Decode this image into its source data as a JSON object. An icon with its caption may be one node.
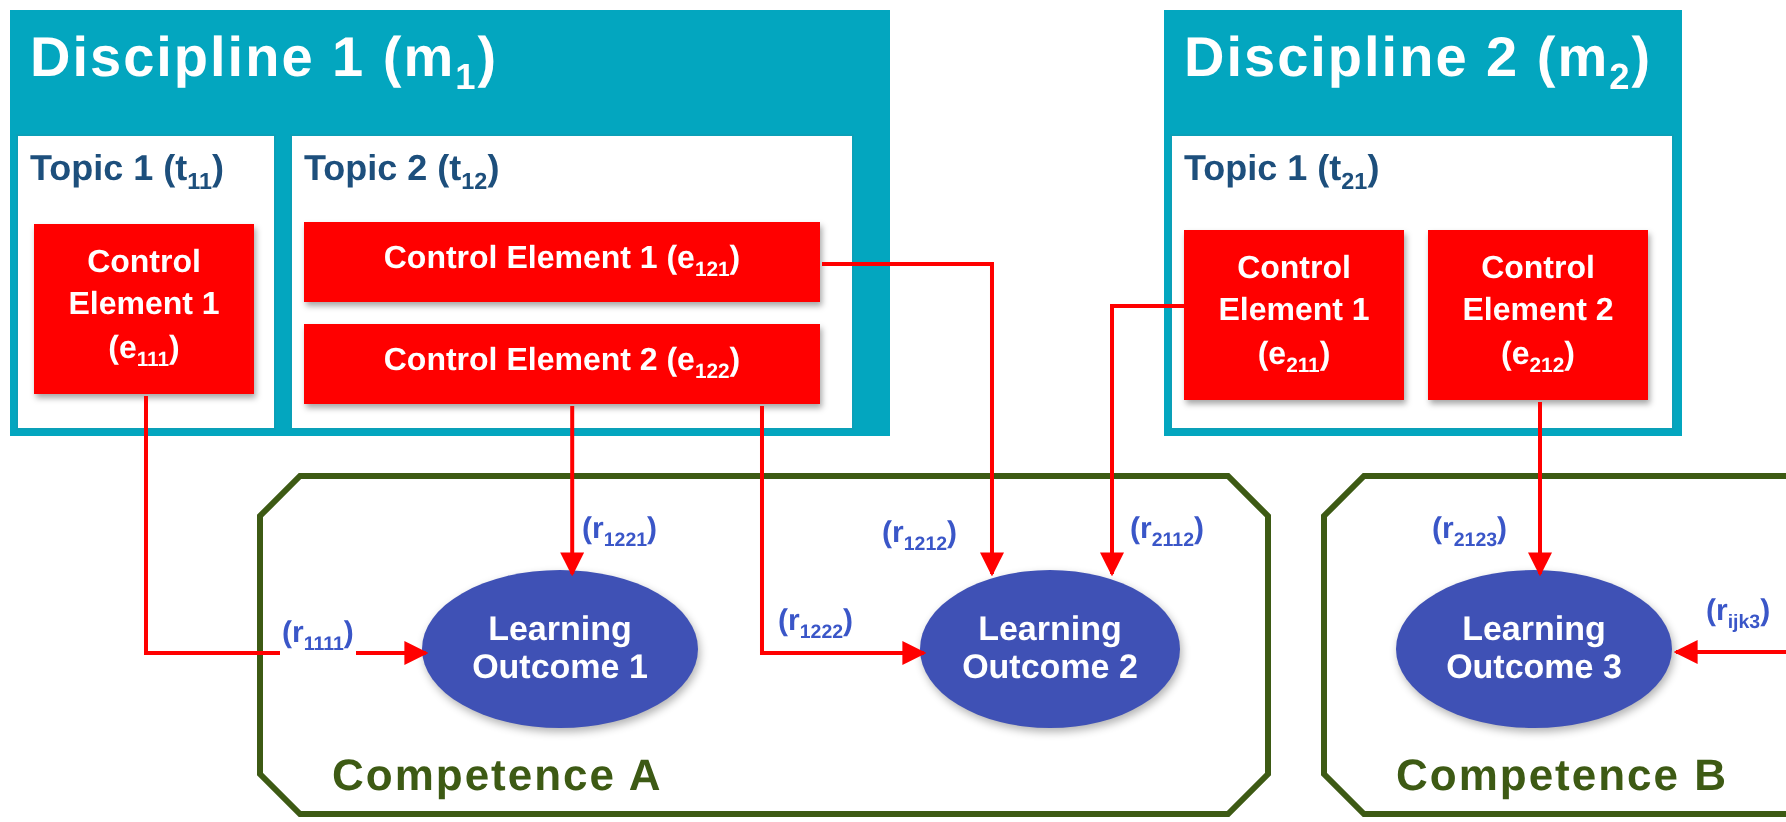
{
  "diagram": {
    "nodes": [
      {
        "text": [
          "Discipline 1 (m$_{1}$)"
        ]
      },
      {
        "text": [
          "Topic 1 (t$_{11}$)"
        ],
        "in": 0
      },
      {
        "text": [
          "Control Element 1 (e$_{111}$)"
        ],
        "in": 1
      },
      {
        "text": [
          "Topic 2 (t$_{12}$)"
        ],
        "in": 0
      },
      {
        "text": [
          "Control Element 1 (e$_{121}$)"
        ],
        "in": 3
      },
      {
        "text": [
          "Control Element 2 (e$_{122}$)"
        ],
        "in": 3
      },
      {
        "text": [
          "Discipline 2 (m$_{2}$)"
        ]
      },
      {
        "text": [
          "Topic 1 (t$_{21}$)"
        ],
        "in": 6
      },
      {
        "text": [
          "Control Element 1 (e$_{211}$)"
        ],
        "in": 7
      },
      {
        "text": [
          "Control Element 2 (e$_{212}$)"
        ],
        "in": 7
      },
      {
        "text": [
          "Competence A"
        ]
      },
      {
        "text": [
          "Learning Outcome 1"
        ],
        "in": 10
      },
      {
        "text": [
          "Learning Outcome 2"
        ],
        "in": 10
      },
      {
        "text": [
          "Competence B"
        ]
      },
      {
        "text": [
          "Learning Outcome 3"
        ],
        "in": 13
      }
    ],
    "edges": [
      {
        "from": 2,
        "to": 11,
        "arrow": "to",
        "label": "(r$_{1111}$)"
      },
      {
        "from": 5,
        "to": 11,
        "arrow": "to",
        "label": "(r$_{1221}$)"
      },
      {
        "from": 5,
        "to": 12,
        "arrow": "to",
        "label": "(r$_{1222}$)"
      },
      {
        "from": 4,
        "to": 12,
        "arrow": "to",
        "label": "(r$_{1212}$)"
      },
      {
        "from": 8,
        "to": 12,
        "arrow": "to",
        "label": "(r$_{2112}$)"
      },
      {
        "from": 9,
        "to": 14,
        "arrow": "to",
        "label": "(r$_{2123}$)"
      },
      {
        "from": null,
        "to": 14,
        "arrow": "to",
        "label": "(r$_{ijk3}$)"
      }
    ]
  }
}
